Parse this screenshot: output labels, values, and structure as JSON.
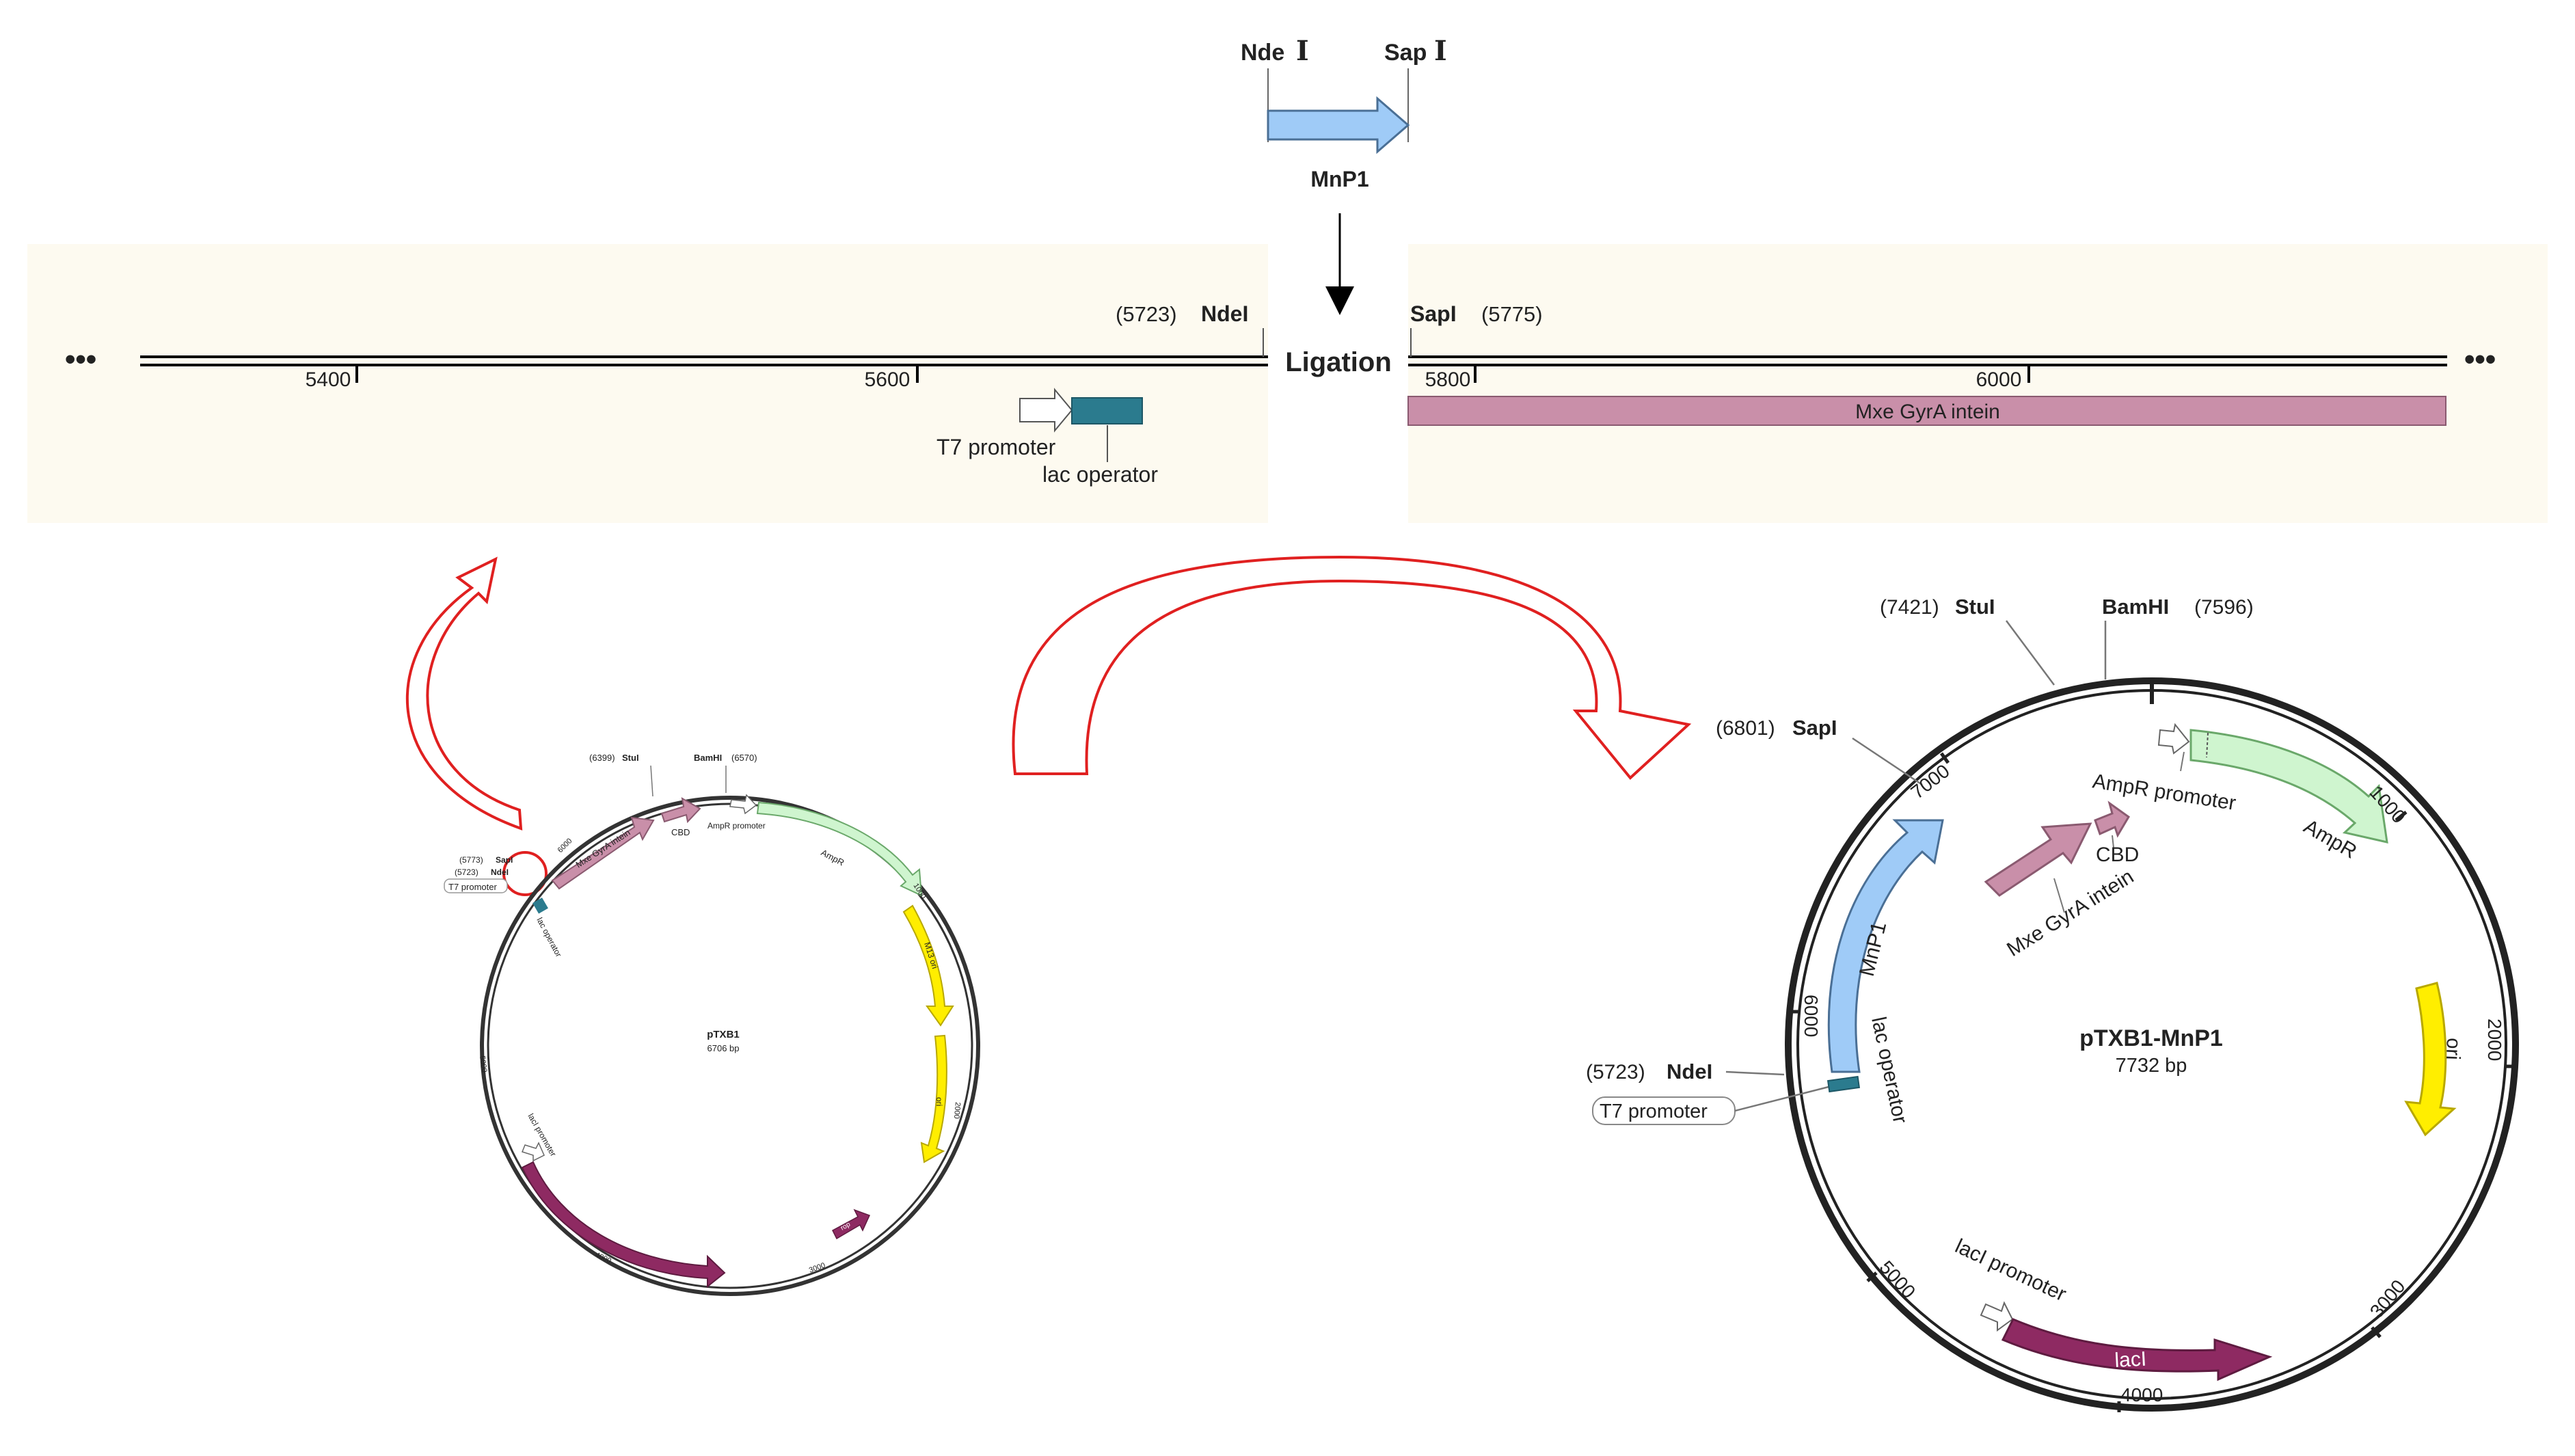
{
  "insert": {
    "site_left": "Nde",
    "site_right": "Sap",
    "roman": "I",
    "gene": "MnP1"
  },
  "ligation_label": "Ligation",
  "linear_map": {
    "ellipsis": "•••",
    "ndei_pos": "(5723)",
    "ndei_label": "NdeI",
    "sapi_label": "SapI",
    "sapi_pos": "(5775)",
    "ticks": [
      "5400",
      "5600",
      "5800",
      "6000"
    ],
    "t7_promoter": "T7 promoter",
    "lac_operator": "lac operator",
    "intein": "Mxe GyrA intein"
  },
  "small_plasmid": {
    "name": "pTXB1",
    "size": "6706 bp",
    "stui_pos": "(6399)",
    "stui": "StuI",
    "bamhi": "BamHI",
    "bamhi_pos": "(6570)",
    "sapi_pos": "(5773)",
    "sapi": "SapI",
    "ndei_pos": "(5723)",
    "ndei": "NdeI",
    "t7_promoter": "T7 promoter",
    "lac_operator": "lac operator",
    "intein": "Mxe GyrA intein",
    "cbd": "CBD",
    "ampr_promoter": "AmpR promoter",
    "ampr": "AmpR",
    "f1_ori": "M13 ori",
    "ori": "ori",
    "laci_promoter": "lacI promoter",
    "laci": "lacI",
    "rop": "rop",
    "ticks": [
      "1000",
      "2000",
      "3000",
      "4000",
      "5000",
      "6000"
    ]
  },
  "large_plasmid": {
    "name": "pTXB1-MnP1",
    "size": "7732 bp",
    "stui_pos": "(7421)",
    "stui": "StuI",
    "bamhi": "BamHI",
    "bamhi_pos": "(7596)",
    "sapi_pos": "(6801)",
    "sapi": "SapI",
    "ndei_pos": "(5723)",
    "ndei": "NdeI",
    "t7_promoter": "T7 promoter",
    "lac_operator": "lac operator",
    "mnp1": "MnP1",
    "intein": "Mxe GyrA intein",
    "cbd": "CBD",
    "ampr_promoter": "AmpR promoter",
    "ampr": "AmpR",
    "ori": "ori",
    "laci_promoter": "lacI promoter",
    "laci": "lacI",
    "ticks": [
      "1000",
      "2000",
      "3000",
      "4000",
      "5000",
      "6000",
      "7000"
    ]
  },
  "colors": {
    "insert_blue": "#9fcbf7",
    "lac_teal": "#2b7b8e",
    "intein_pink": "#c98fa9",
    "ampr_green": "#cff5cf",
    "ori_yellow": "#ffee00",
    "laci_purple": "#8e2a62",
    "red_arrow": "#e02020",
    "panel_bg": "#fdfaf0"
  }
}
